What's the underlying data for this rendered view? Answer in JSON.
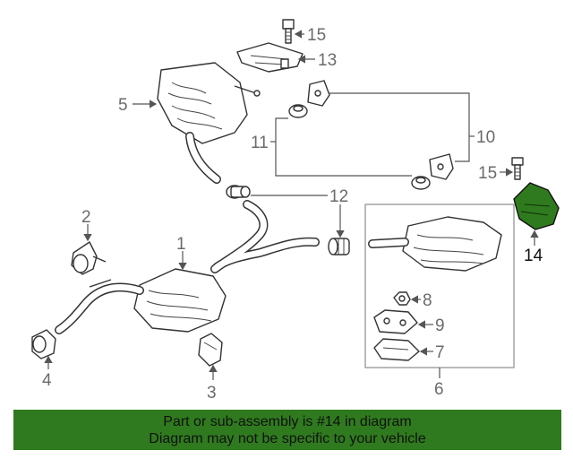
{
  "callouts": {
    "c1": "1",
    "c2": "2",
    "c3": "3",
    "c4": "4",
    "c5": "5",
    "c6": "6",
    "c7": "7",
    "c8": "8",
    "c9": "9",
    "c10": "10",
    "c11": "11",
    "c12": "12",
    "c13": "13",
    "c14": "14",
    "c15a": "15",
    "c15b": "15"
  },
  "highlight": {
    "part_number": "14",
    "color": "#2f7a1e"
  },
  "banner": {
    "line1": "Part or sub-assembly is #14 in diagram",
    "line2": "Diagram may not be specific to your vehicle",
    "color": "#2f7a1e"
  }
}
